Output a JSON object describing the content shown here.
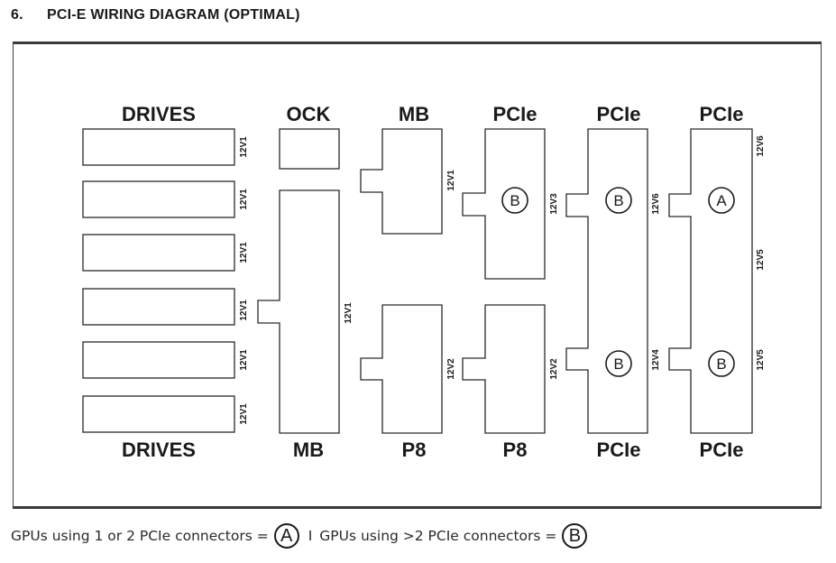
{
  "heading": {
    "number": "6.",
    "title": "PCI-E WIRING DIAGRAM (OPTIMAL)"
  },
  "columns_top": [
    "DRIVES",
    "OCK",
    "MB",
    "PCIe",
    "PCIe",
    "PCIe"
  ],
  "columns_bottom": [
    "DRIVES",
    "MB",
    "P8",
    "P8",
    "PCIe",
    "PCIe"
  ],
  "voltage": {
    "drive_rails": [
      "12V1",
      "12V1",
      "12V1",
      "12V1",
      "12V1",
      "12V1"
    ],
    "ock_mb": "12V1",
    "mb_top": "12V1",
    "p8_left": "12V2",
    "pcie_top_left": "12V3",
    "p8_right": "12V2",
    "pcie_mid_top": "12V6",
    "pcie_mid_bottom": "12V4",
    "pcie_right_top": "12V6",
    "pcie_right_mid": "12V5",
    "pcie_right_bottom": "12V5"
  },
  "connector_labels": {
    "pcie1": "B",
    "pcie2_top": "B",
    "pcie2_bottom": "B",
    "pcie3_top": "A",
    "pcie3_bottom": "B"
  },
  "legend": {
    "text_a": "GPUs using 1 or 2 PCIe connectors =",
    "symbol_a": "A",
    "separator": "I",
    "text_b": "GPUs using >2 PCIe connectors =",
    "symbol_b": "B"
  }
}
